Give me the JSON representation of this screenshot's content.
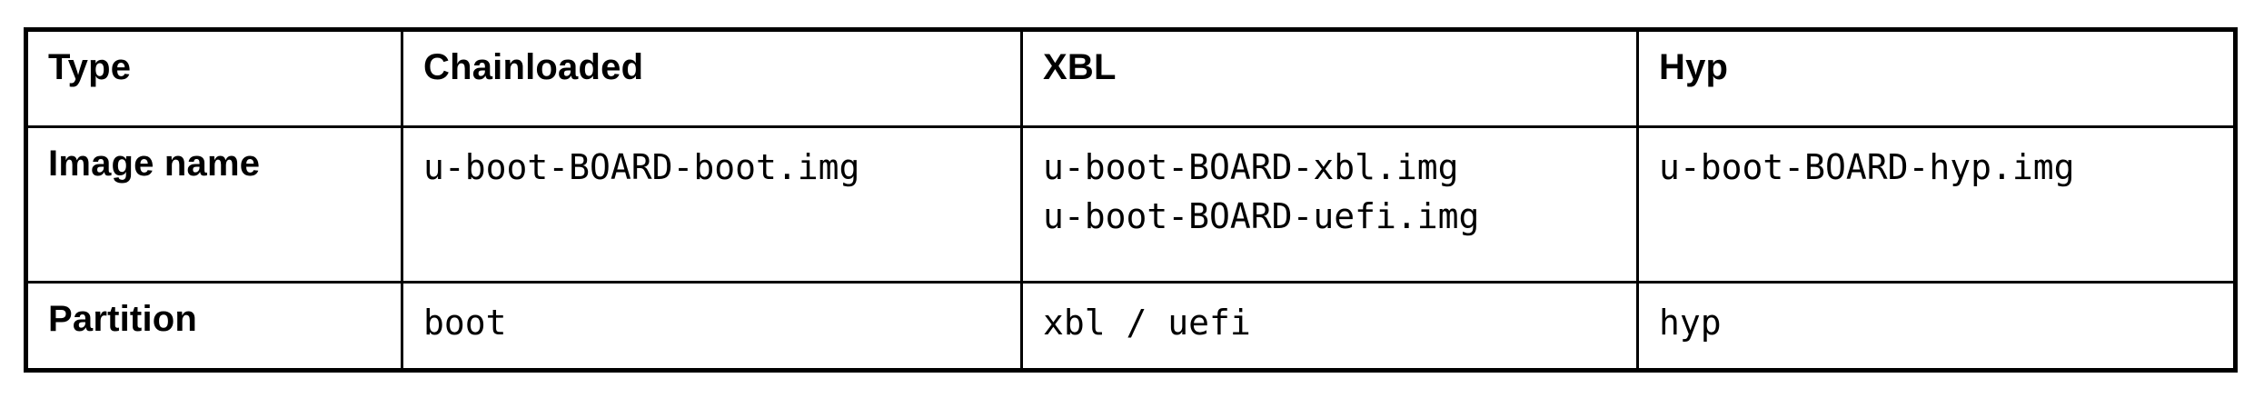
{
  "table": {
    "columns": [
      {
        "key": "type",
        "header": "Type"
      },
      {
        "key": "chainloaded",
        "header": "Chainloaded"
      },
      {
        "key": "xbl",
        "header": "XBL"
      },
      {
        "key": "hyp",
        "header": "Hyp"
      }
    ],
    "rows": [
      {
        "label": "Image name",
        "chainloaded": [
          "u-boot-BOARD-boot.img"
        ],
        "xbl": [
          "u-boot-BOARD-xbl.img",
          "u-boot-BOARD-uefi.img"
        ],
        "hyp": [
          "u-boot-BOARD-hyp.img"
        ]
      },
      {
        "label": "Partition",
        "chainloaded": [
          "boot"
        ],
        "xbl": [
          "xbl / uefi"
        ],
        "hyp": [
          "hyp"
        ]
      }
    ]
  },
  "style": {
    "border_color": "#000000",
    "text_color": "#000000",
    "background": "#ffffff"
  }
}
